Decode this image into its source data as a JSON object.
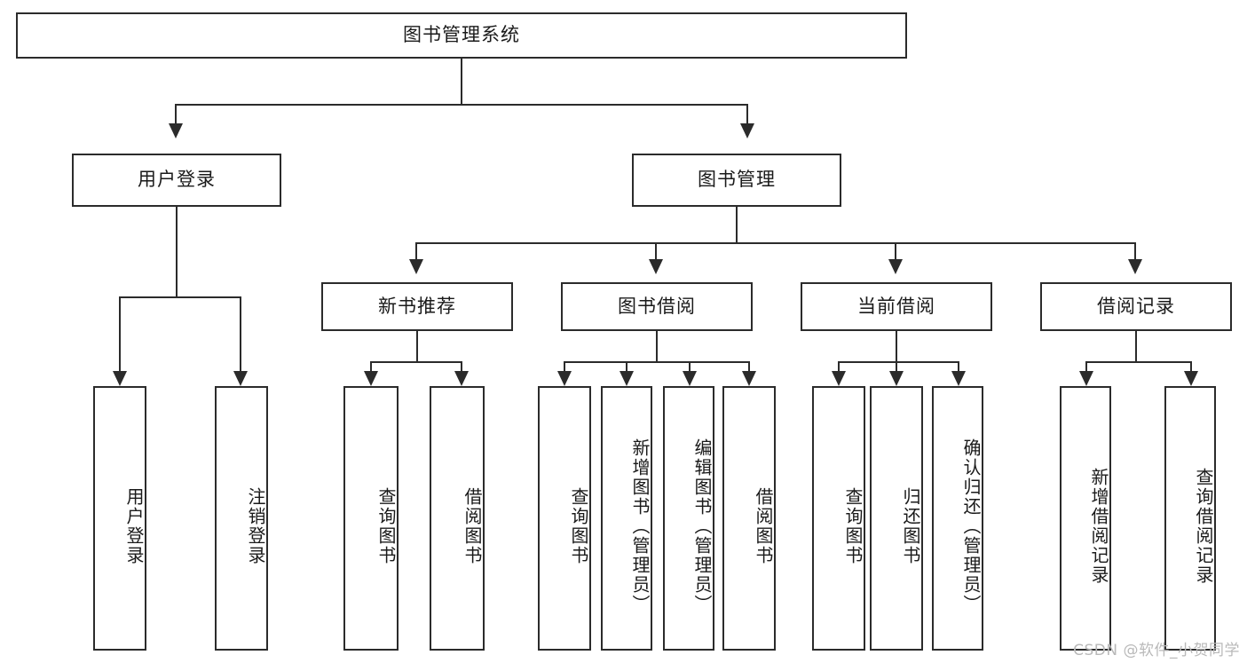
{
  "diagram": {
    "title": "图书管理系统",
    "type": "功能结构图",
    "root": {
      "label": "图书管理系统"
    },
    "level2": [
      {
        "label": "用户登录"
      },
      {
        "label": "图书管理"
      }
    ],
    "level3": [
      {
        "label": "新书推荐"
      },
      {
        "label": "图书借阅"
      },
      {
        "label": "当前借阅"
      },
      {
        "label": "借阅记录"
      }
    ],
    "leaves": {
      "user_login": [
        {
          "label": "用户登录"
        },
        {
          "label": "注销登录"
        }
      ],
      "new_book_recommend": [
        {
          "label": "查询图书"
        },
        {
          "label": "借阅图书"
        }
      ],
      "book_borrow": [
        {
          "label": "查询图书"
        },
        {
          "label": "新增图书（管理员）"
        },
        {
          "label": "编辑图书（管理员）"
        },
        {
          "label": "借阅图书"
        }
      ],
      "current_borrow": [
        {
          "label": "查询图书"
        },
        {
          "label": "归还图书"
        },
        {
          "label": "确认归还（管理员）"
        }
      ],
      "borrow_records": [
        {
          "label": "新增借阅记录"
        },
        {
          "label": "查询借阅记录"
        }
      ]
    }
  },
  "watermark": {
    "text": "CSDN @软件_小贺同学"
  },
  "colors": {
    "stroke": "#2b2b2b",
    "background": "#ffffff",
    "text": "#1a1a1a",
    "watermark": "#b9b9b9"
  }
}
